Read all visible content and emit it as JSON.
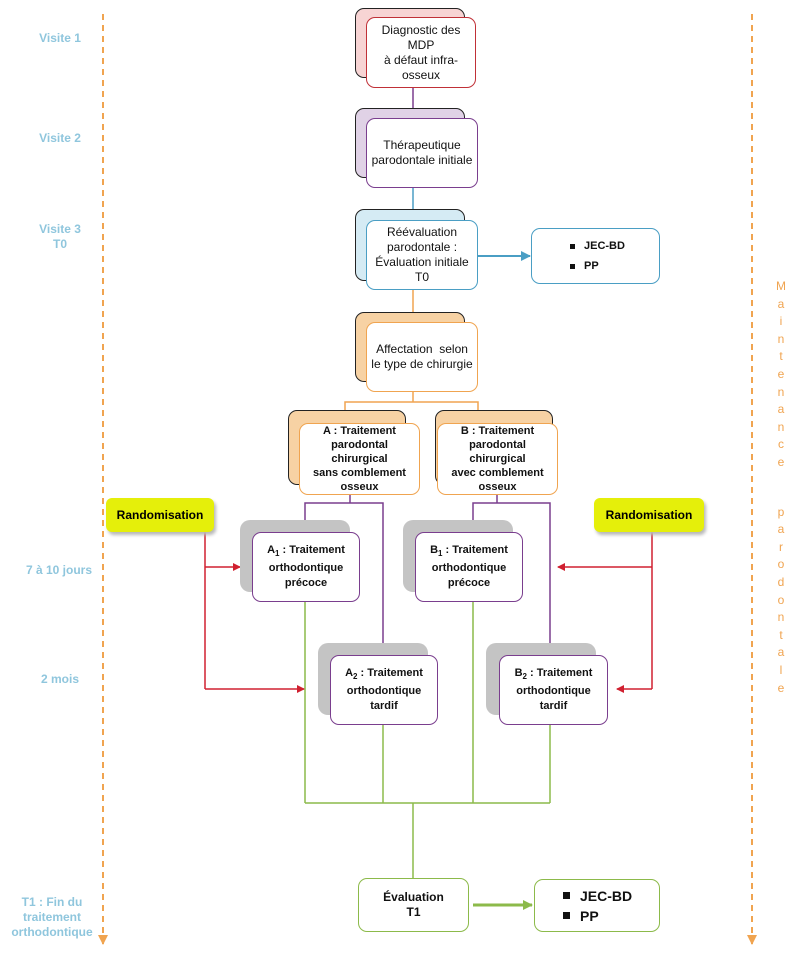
{
  "timeline": {
    "visite1": "Visite 1",
    "visite2": "Visite 2",
    "visite3": "Visite 3",
    "t0": "T0",
    "jours": "7 à 10 jours",
    "mois": "2 mois",
    "t1_line1": "T1 : Fin du",
    "t1_line2": "traitement",
    "t1_line3": "orthodontique"
  },
  "boxes": {
    "diagnostic": [
      "Diagnostic des MDP",
      "à défaut infra-",
      "osseux"
    ],
    "therapeutique": [
      "Thérapeutique",
      "parodontale initiale"
    ],
    "reevaluation": [
      "Réévaluation",
      "parodontale :",
      "Évaluation initiale",
      "T0"
    ],
    "affectation": [
      "Affectation  selon",
      "le type de chirurgie"
    ],
    "groupe_a": [
      "A : Traitement",
      "parodontal chirurgical",
      "sans comblement",
      "osseux"
    ],
    "groupe_b": [
      "B : Traitement",
      "parodontal chirurgical",
      "avec comblement",
      "osseux"
    ],
    "a1": {
      "letter": "A",
      "sub": "1",
      "rest": " : Traitement",
      "line2": "orthodontique",
      "line3": "précoce"
    },
    "b1": {
      "letter": "B",
      "sub": "1",
      "rest": " : Traitement",
      "line2": "orthodontique",
      "line3": "précoce"
    },
    "a2": {
      "letter": "A",
      "sub": "2",
      "rest": " : Traitement",
      "line2": "orthodontique",
      "line3": "tardif"
    },
    "b2": {
      "letter": "B",
      "sub": "2",
      "rest": " : Traitement",
      "line2": "orthodontique",
      "line3": "tardif"
    },
    "evaluation": [
      "Évaluation",
      "T1"
    ]
  },
  "criteria_t0": [
    "JEC-BD",
    "PP"
  ],
  "criteria_t1": [
    "JEC-BD",
    "PP"
  ],
  "randomisation": "Randomisation",
  "side_label": [
    "M",
    "a",
    "i",
    "n",
    "t",
    "e",
    "n",
    "a",
    "n",
    "c",
    "e",
    "",
    "p",
    "a",
    "r",
    "o",
    "d",
    "o",
    "n",
    "t",
    "a",
    "l",
    "e"
  ],
  "colors": {
    "timeline_text": "#8fc6dd",
    "orange": "#f0a450",
    "red": "#d02030",
    "purple": "#7a3e8e",
    "blue": "#4a9ec4",
    "green": "#8cba4a",
    "yellow": "#e5ef0a"
  }
}
